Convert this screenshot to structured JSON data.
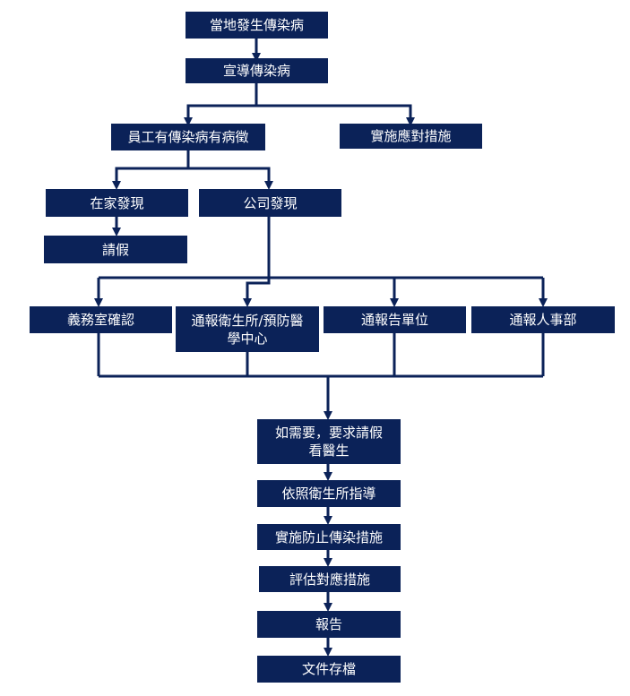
{
  "colors": {
    "node_fill": "#0b2258",
    "node_text": "#ffffff",
    "connector": "#0b2258"
  },
  "nodes": {
    "local_outbreak": "當地發生傳染病",
    "promote": "宣導傳染病",
    "employee_symptoms": "員工有傳染病有病徵",
    "implement_measures": "實施應對措施",
    "found_at_home": "在家發現",
    "found_at_company": "公司發現",
    "sick_leave": "請假",
    "clinic_confirm": "義務室確認",
    "notify_health_center": "通報衛生所/預防醫\n學中心",
    "notify_unit": "通報告單位",
    "notify_hr": "通報人事部",
    "request_leave_doctor": "如需要，要求請假\n看醫生",
    "follow_health_guidance": "依照衛生所指導",
    "implement_prevention": "實施防止傳染措施",
    "evaluate_measures": "評估對應措施",
    "report": "報告",
    "file_archive": "文件存檔"
  }
}
